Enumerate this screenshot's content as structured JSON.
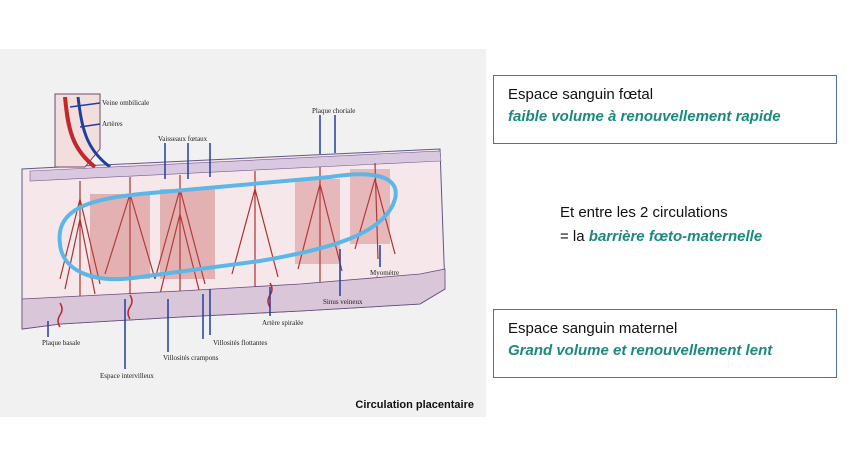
{
  "diagram": {
    "labels": {
      "veine": "Veine ombilicale",
      "arteres": "Artères",
      "vaisseaux": "Vaisseaux fœtaux",
      "plaque_choriale": "Plaque choriale",
      "myometre": "Myomètre",
      "sinus": "Sinus veineux",
      "artere_spiralee": "Artère spiralée",
      "villosites_flottantes": "Villosités flottantes",
      "villosites_crampons": "Villosités crampons",
      "espace_intervilleux": "Espace intervilleux",
      "plaque_basale": "Plaque basale"
    },
    "caption": "Circulation placentaire"
  },
  "fetal_box": {
    "title": "Espace sanguin fœtal",
    "desc": "faible volume à renouvellement rapide"
  },
  "barrier": {
    "line1": "Et entre les 2 circulations",
    "prefix": "= la ",
    "highlight": "barrière fœto-maternelle"
  },
  "maternal_box": {
    "title": "Espace sanguin maternel",
    "desc": "Grand volume et renouvellement lent"
  },
  "colors": {
    "accent_teal": "#1a8a7c",
    "box_border": "#4f6ea8",
    "loop_blue": "#5cb7e6",
    "vessel_red": "#c0282d",
    "label_line_blue": "#1f3fa0"
  }
}
